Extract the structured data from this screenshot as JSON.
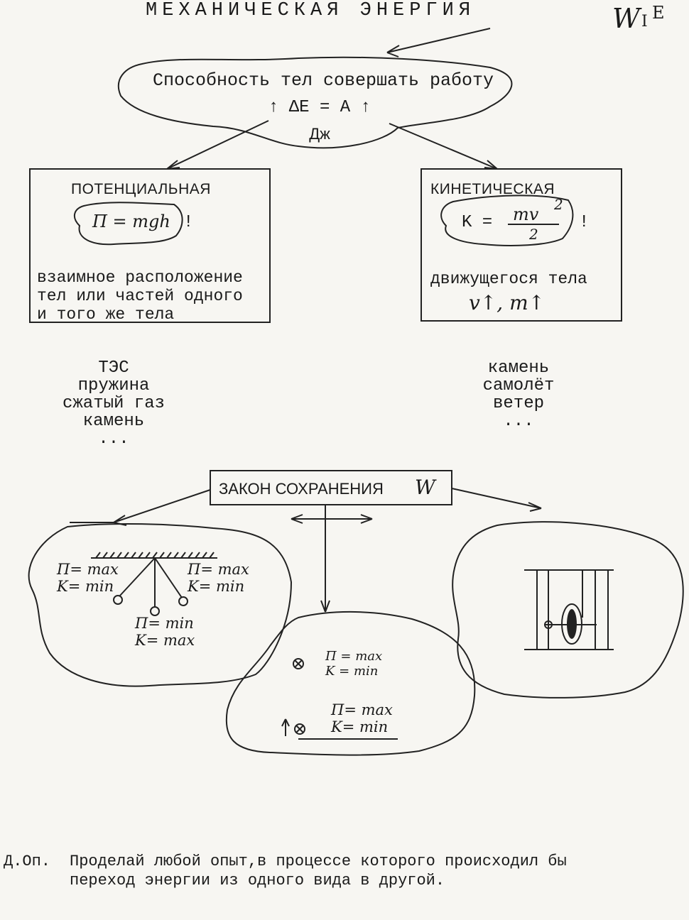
{
  "header": {
    "title": "МЕХАНИЧЕСКАЯ ЭНЕРГИЯ",
    "symbol": "W",
    "subscript": "I",
    "suffix": "E"
  },
  "definition": {
    "text": "Способность тел совершать работу",
    "formula": "ΔE = A",
    "unit": "Дж"
  },
  "potential": {
    "title": "ПОТЕНЦИАЛЬНАЯ",
    "formula": "П = mgh",
    "mark": "!",
    "desc": [
      "взаимное расположение",
      "тел или частей одного",
      "и того же тела"
    ],
    "examples": [
      "ТЭС",
      "пружина",
      "сжатый газ",
      "камень",
      "..."
    ]
  },
  "kinetic": {
    "title": "КИНЕТИЧЕСКАЯ",
    "formula_left": "K =",
    "formula_num": "mv",
    "formula_exp": "2",
    "formula_den": "2",
    "mark": "!",
    "desc": "движущегося тела",
    "vars": "v↑,  m↑",
    "examples": [
      "камень",
      "самолёт",
      "ветер",
      "..."
    ]
  },
  "law": {
    "title": "ЗАКОН СОХРАНЕНИЯ",
    "symbol": "W"
  },
  "pendulum": {
    "left_p": "П= max",
    "left_k": "K= min",
    "right_p": "П= max",
    "right_k": "K= min",
    "bottom_p": "П= min",
    "bottom_k": "K= max"
  },
  "ball": {
    "p1": "П = max",
    "k1": "K = min",
    "p2": "П= max",
    "k2": "K= min"
  },
  "footer": {
    "label": "Д.Оп.",
    "line1": "Проделай любой опыт,в процессе которого происходил бы",
    "line2": "переход энергии из одного вида в другой."
  }
}
